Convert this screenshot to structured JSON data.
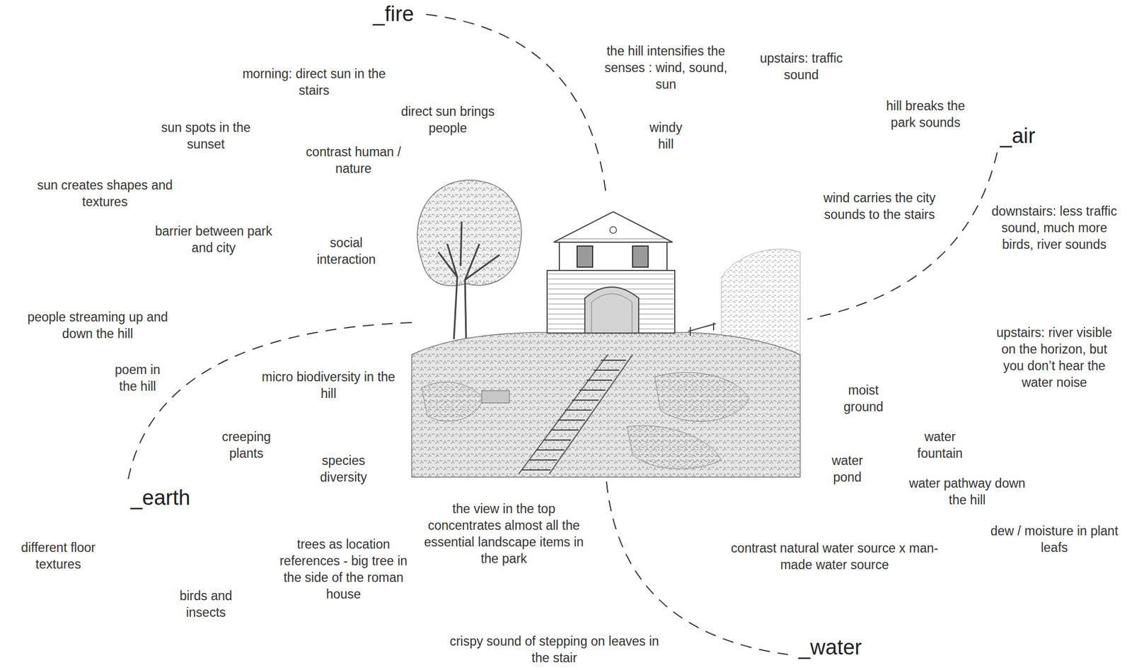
{
  "diagram": {
    "labels": [
      "_fire",
      "morning: direct sun in the stairs",
      "the hill intensifies the senses : wind, sound, sun",
      "upstairs: traffic sound",
      "hill breaks the park sounds",
      "_air",
      "direct sun brings people",
      "sun spots in the sunset",
      "windy hill",
      "contrast human / nature",
      "sun creates shapes and textures",
      "wind carries the city sounds to the stairs",
      "downstairs: less traffic sound, much more birds, river sounds",
      "barrier between park and city",
      "social interaction",
      "people streaming up and down the hill",
      "upstairs: river visible on the horizon, but you don’t hear the water noise",
      "poem in the hill",
      "micro biodiversity in the hill",
      "moist ground",
      "creeping plants",
      "water fountain",
      "species diversity",
      "water pond",
      "water pathway down the hill",
      "_earth",
      "the view in the top concentrates almost all the essential landscape items in the park",
      "trees as location references - big tree in the side of the roman house",
      "dew / moisture in plant leafs",
      "different floor textures",
      "contrast natural water source x man-made water source",
      "birds and insects",
      "_water",
      "crispy sound of stepping on leaves in the stair"
    ]
  }
}
